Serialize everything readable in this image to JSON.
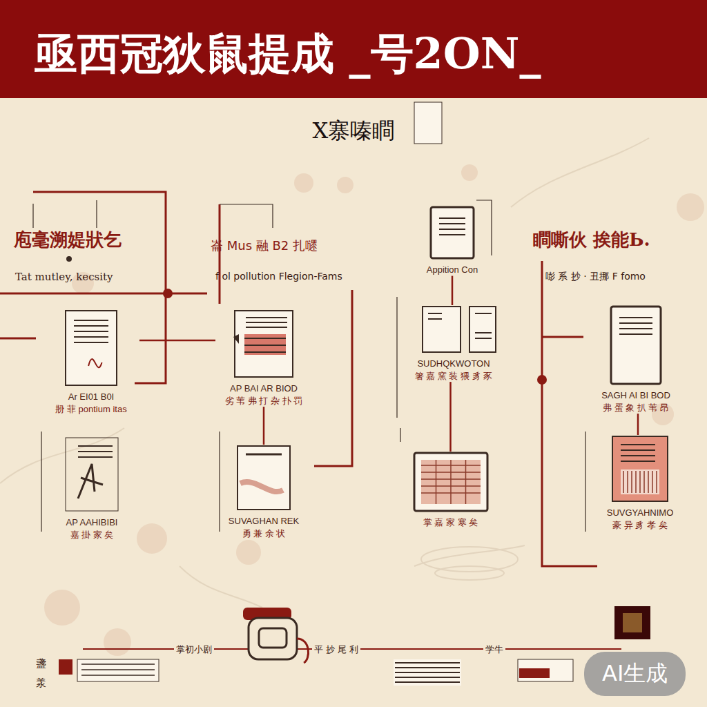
{
  "diagram": {
    "title": "亟西冠狄鼠提成 _号2ON_",
    "nodes": [
      {
        "text": [
          "Ar EI01 B0I",
          "刱 菲 pontium itas"
        ]
      },
      {
        "text": [
          "AP AAHIBIBI",
          "嘉 掛 家 矣"
        ]
      },
      {
        "text": [
          "AP BAI AR BIOD",
          "劣 苇 弗 打 杂 扑 罚"
        ]
      },
      {
        "text": [
          "SUVAGHAN REK",
          "勇 兼 余 状"
        ]
      },
      {
        "text": [
          "Appition Con"
        ]
      },
      {
        "text": [
          "SUDHQKWOTON",
          "箸 嘉 窯 装 猥 豸 豕"
        ]
      },
      {
        "text": [
          "掌 嘉 家 寒 矣"
        ]
      },
      {
        "text": [
          "SAGH AI BI BOD",
          "弗 蛋 象 扒 苇 昂"
        ]
      },
      {
        "text": [
          "SUVGYAHNIMO",
          "豪 异 豸 孝 矣"
        ]
      }
    ],
    "edges": [
      {
        "from": 0,
        "to": 2,
        "arrow": "none"
      },
      {
        "from": 2,
        "to": 3,
        "arrow": "none"
      },
      {
        "from": 4,
        "to": 5,
        "arrow": "none"
      },
      {
        "from": 5,
        "to": 6,
        "arrow": "none"
      },
      {
        "from": 7,
        "to": 8,
        "arrow": "none"
      }
    ],
    "labels": [
      "X寨嗪瞷",
      "庖毫溯媞狀乞",
      "Tat mutley, kecsity",
      "崙 Mus 融 B2 扎嚃",
      "f ol pollution Flegion-Fams",
      "瞷嘶伙 挨能Ь.",
      "嘭 系 抄 · 丑挪 F fomo",
      "掌初小剧",
      "平 抄 尾 利",
      "学牛",
      "盞",
      "羕",
      "AI生成"
    ]
  }
}
